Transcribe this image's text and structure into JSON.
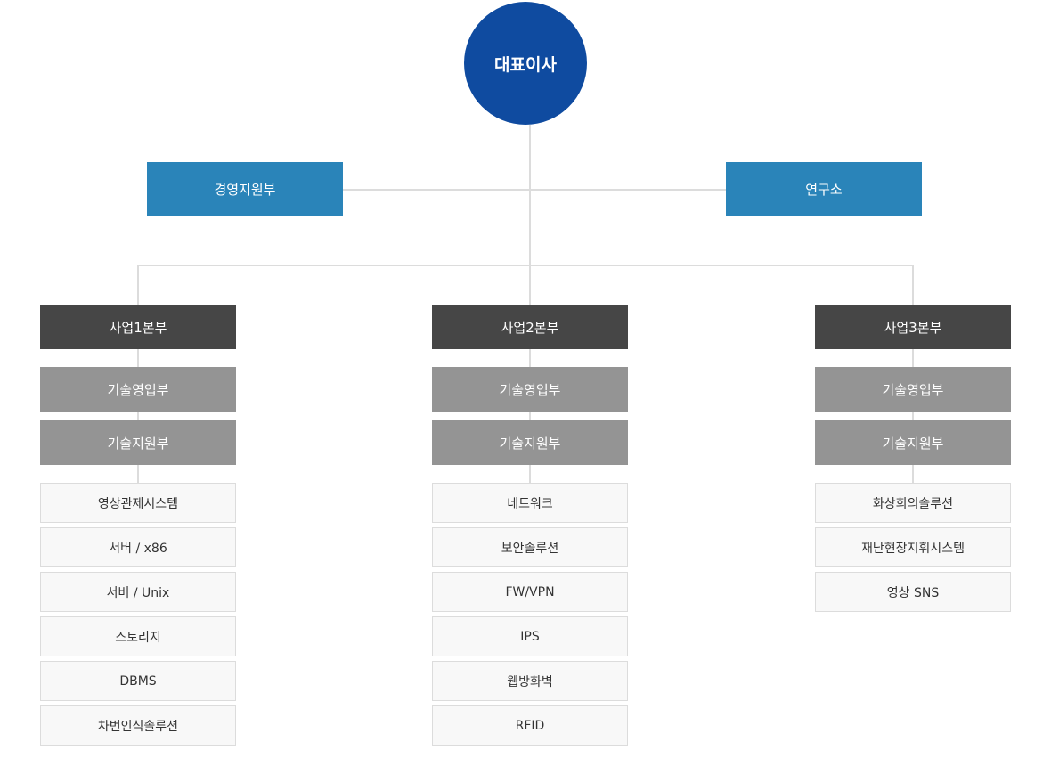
{
  "ceo": "대표이사",
  "staff": {
    "management": "경영지원부",
    "research": "연구소"
  },
  "divisions": [
    {
      "title": "사업1본부",
      "sales": "기술영업부",
      "support": "기술지원부",
      "items": [
        "영상관제시스템",
        "서버 / x86",
        "서버 / Unix",
        "스토리지",
        "DBMS",
        "차번인식솔루션"
      ]
    },
    {
      "title": "사업2본부",
      "sales": "기술영업부",
      "support": "기술지원부",
      "items": [
        "네트워크",
        "보안솔루션",
        "FW/VPN",
        "IPS",
        "웹방화벽",
        "RFID"
      ]
    },
    {
      "title": "사업3본부",
      "sales": "기술영업부",
      "support": "기술지원부",
      "items": [
        "화상회의솔루션",
        "재난현장지휘시스템",
        "영상 SNS"
      ]
    }
  ]
}
